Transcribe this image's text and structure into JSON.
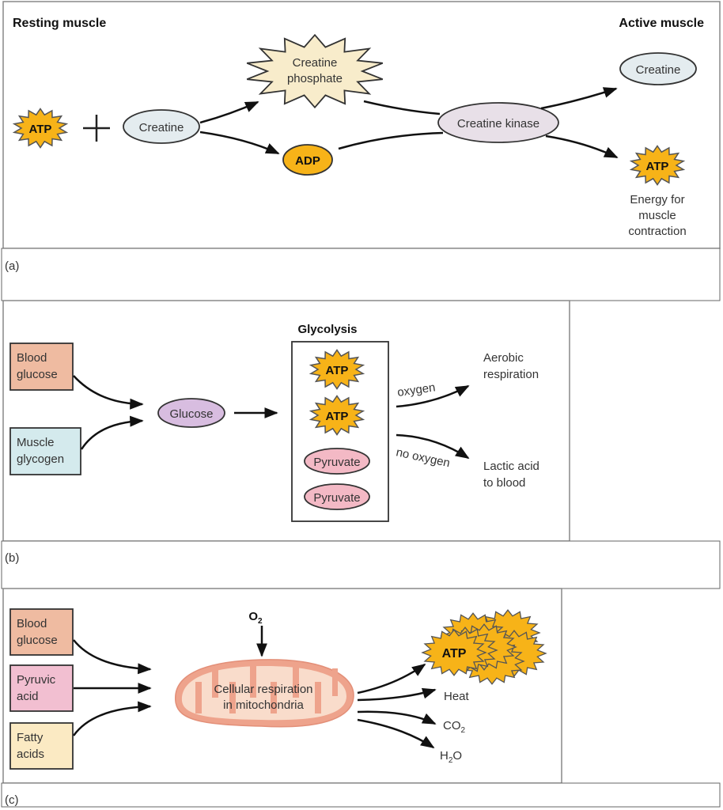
{
  "colors": {
    "atp_fill": "#f7b318",
    "creatine_fill": "#e4ecef",
    "creatine_phosphate_fill": "#f8eccb",
    "creatine_kinase_fill": "#e8e0e8",
    "blood_glucose_fill": "#efbba1",
    "muscle_glycogen_fill": "#d4eaed",
    "glucose_fill": "#d8bde0",
    "pyruvate_fill": "#f3b9c5",
    "pyruvic_acid_fill": "#f2bfd1",
    "fatty_acids_fill": "#fbeac3",
    "mito_outer": "#eea38c",
    "mito_inner": "#f9dccb"
  },
  "panel_a": {
    "caption": "(a)",
    "resting_title": "Resting muscle",
    "active_title": "Active muscle",
    "atp_in": "ATP",
    "plus": "+",
    "creatine_in": "Creatine",
    "creatine_phosphate": [
      "Creatine",
      "phosphate"
    ],
    "adp": "ADP",
    "creatine_kinase": "Creatine kinase",
    "creatine_out": "Creatine",
    "atp_out": "ATP",
    "energy_note": [
      "Energy for",
      "muscle",
      "contraction"
    ]
  },
  "panel_b": {
    "caption": "(b)",
    "blood_glucose": [
      "Blood",
      "glucose"
    ],
    "muscle_glycogen": [
      "Muscle",
      "glycogen"
    ],
    "glucose": "Glucose",
    "glycolysis_title": "Glycolysis",
    "glycolysis_products": [
      "ATP",
      "ATP",
      "Pyruvate",
      "Pyruvate"
    ],
    "oxygen_label": "oxygen",
    "no_oxygen_label": "no oxygen",
    "aerobic": [
      "Aerobic",
      "respiration"
    ],
    "lactic": [
      "Lactic acid",
      "to blood"
    ]
  },
  "panel_c": {
    "caption": "(c)",
    "blood_glucose": [
      "Blood",
      "glucose"
    ],
    "pyruvic_acid": [
      "Pyruvic",
      "acid"
    ],
    "fatty_acids": [
      "Fatty",
      "acids"
    ],
    "o2": "O",
    "o2_sub": "2",
    "mito_label": [
      "Cellular respiration",
      "in mitochondria"
    ],
    "atp": "ATP",
    "heat": "Heat",
    "co2": "CO",
    "co2_sub": "2",
    "h2o_h": "H",
    "h2o_sub": "2",
    "h2o_o": "O"
  }
}
